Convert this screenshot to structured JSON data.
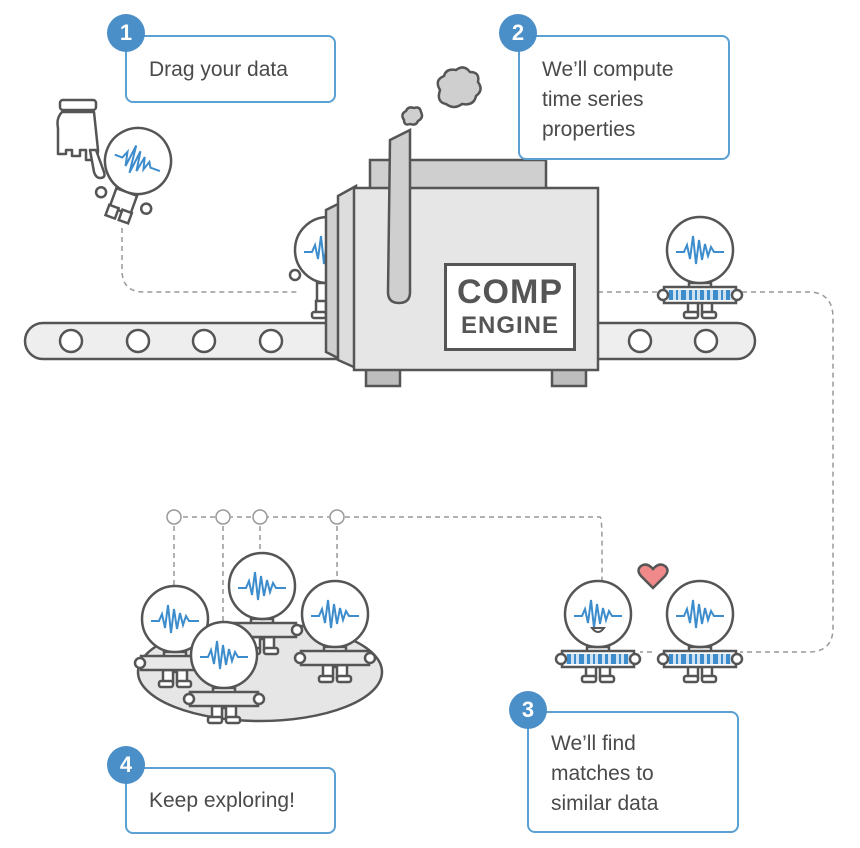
{
  "steps": [
    {
      "number": "1",
      "text": "Drag your data"
    },
    {
      "number": "2",
      "text": "We’ll compute\ntime series\nproperties"
    },
    {
      "number": "3",
      "text": "We’ll find\nmatches to\nsimilar data"
    },
    {
      "number": "4",
      "text": "Keep exploring!"
    }
  ],
  "engine": {
    "line1": "COMP",
    "line2": "ENGINE"
  },
  "colors": {
    "accent": "#5aa0d2",
    "badge": "#4b8fc8",
    "outline": "#555555",
    "machine": "#e6e6e6",
    "machine_dark": "#bdbdbd",
    "wave": "#3d8ccc",
    "heart": "#f08a8a"
  },
  "icons": [
    "pointing-hand-icon",
    "robot-icon",
    "heart-icon",
    "smoke-cloud-icon",
    "conveyor-belt-icon"
  ]
}
